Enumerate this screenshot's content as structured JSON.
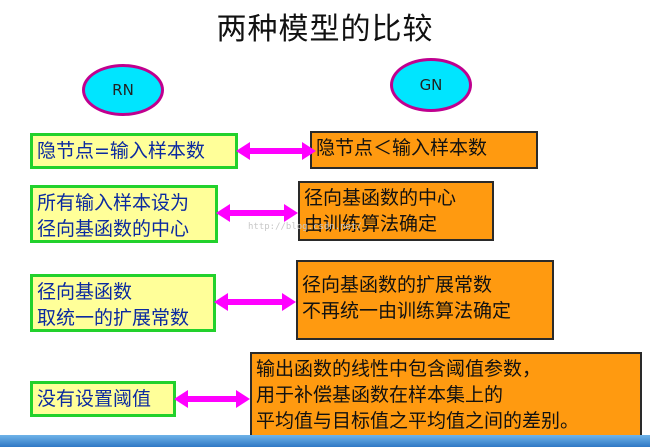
{
  "title": "两种模型的比较",
  "models": {
    "left": "RN",
    "right": "GN"
  },
  "rows": [
    {
      "left": [
        "隐节点=输入样本数"
      ],
      "right": [
        "隐节点＜输入样本数"
      ]
    },
    {
      "left": [
        "所有输入样本设为",
        "径向基函数的中心"
      ],
      "right": [
        "径向基函数的中心",
        "由训练算法确定"
      ]
    },
    {
      "left": [
        "径向基函数",
        "取统一的扩展常数"
      ],
      "right": [
        "径向基函数的扩展常数",
        "不再统一由训练算法确定"
      ]
    },
    {
      "left": [
        "没有设置阈值"
      ],
      "right": [
        "输出函数的线性中包含阈值参数，",
        "用于补偿基函数在样本集上的",
        "平均值与目标值之平均值之间的差别。"
      ]
    }
  ],
  "watermark": "http://blog.csdn.net/",
  "colors": {
    "oval_fill": "#00e5ff",
    "oval_border": "#c0008f",
    "left_box_fill": "#ffff99",
    "left_box_border": "#22d12c",
    "right_box_fill": "#ff9a10",
    "arrow": "#ff00ff",
    "left_text": "#0b2aa0"
  }
}
